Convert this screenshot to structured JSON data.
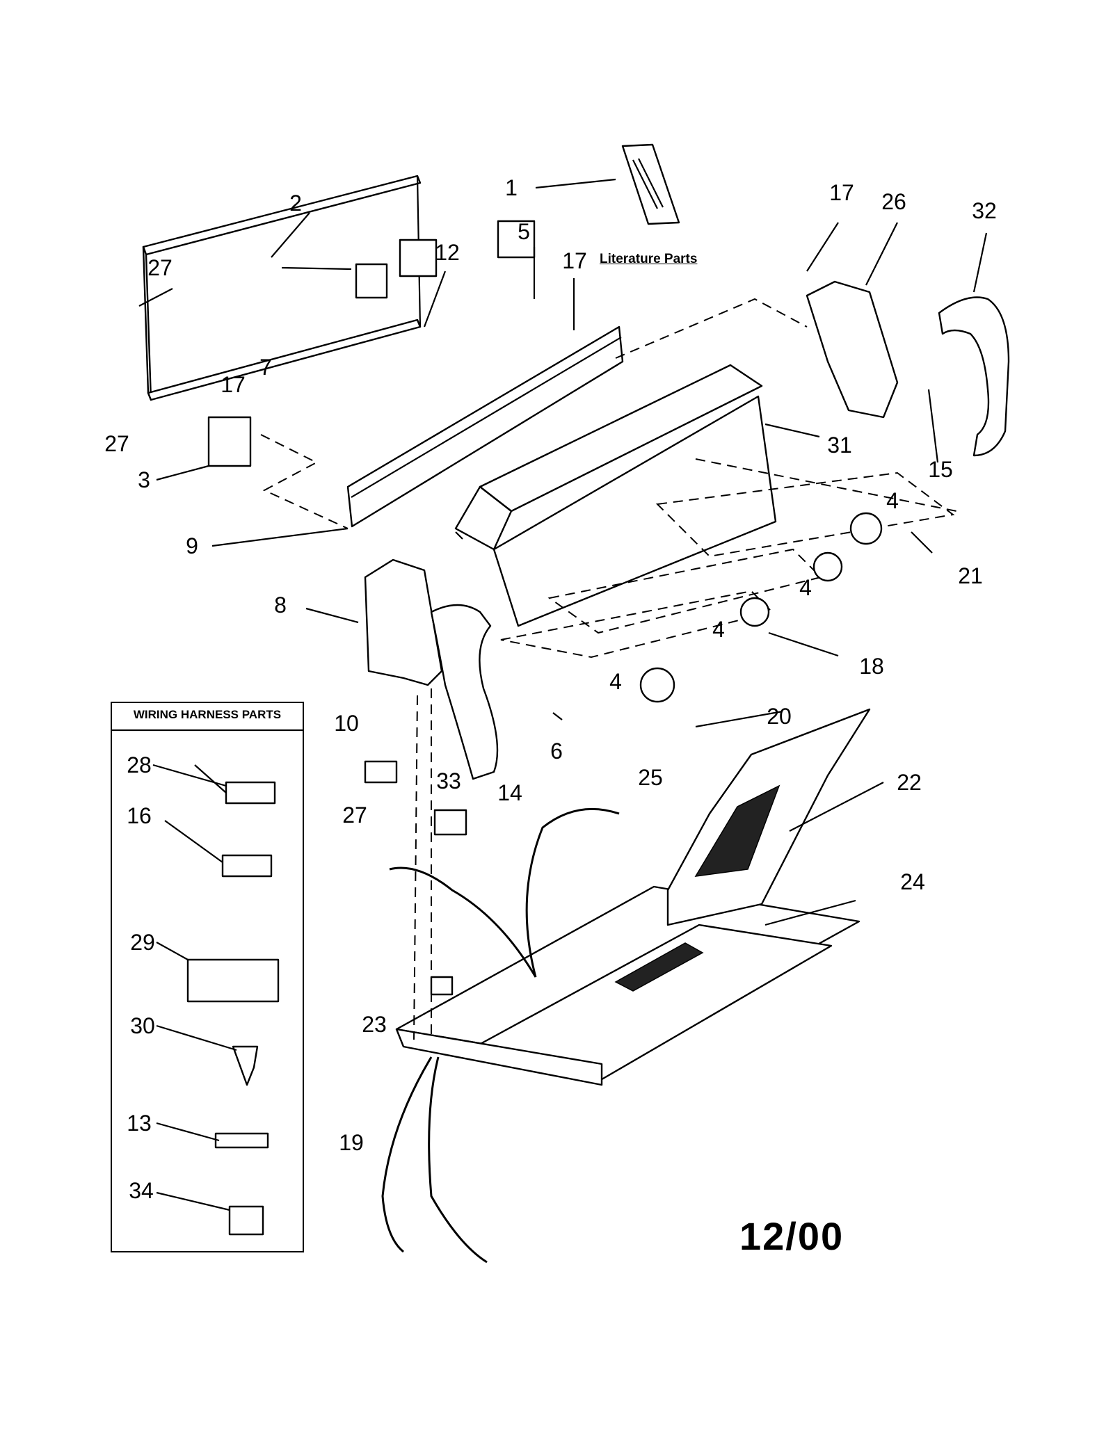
{
  "literature_label": "Literature Parts",
  "harness_box_title": "WIRING HARNESS PARTS",
  "date_stamp": "12/00",
  "callouts": [
    "1",
    "2",
    "27",
    "12",
    "5",
    "17",
    "17",
    "26",
    "32",
    "7",
    "17",
    "27",
    "3",
    "9",
    "31",
    "15",
    "4",
    "21",
    "4",
    "8",
    "4",
    "18",
    "4",
    "33",
    "20",
    "6",
    "10",
    "14",
    "27",
    "25",
    "22",
    "24",
    "23",
    "19",
    "28",
    "16",
    "29",
    "30",
    "13",
    "34"
  ]
}
